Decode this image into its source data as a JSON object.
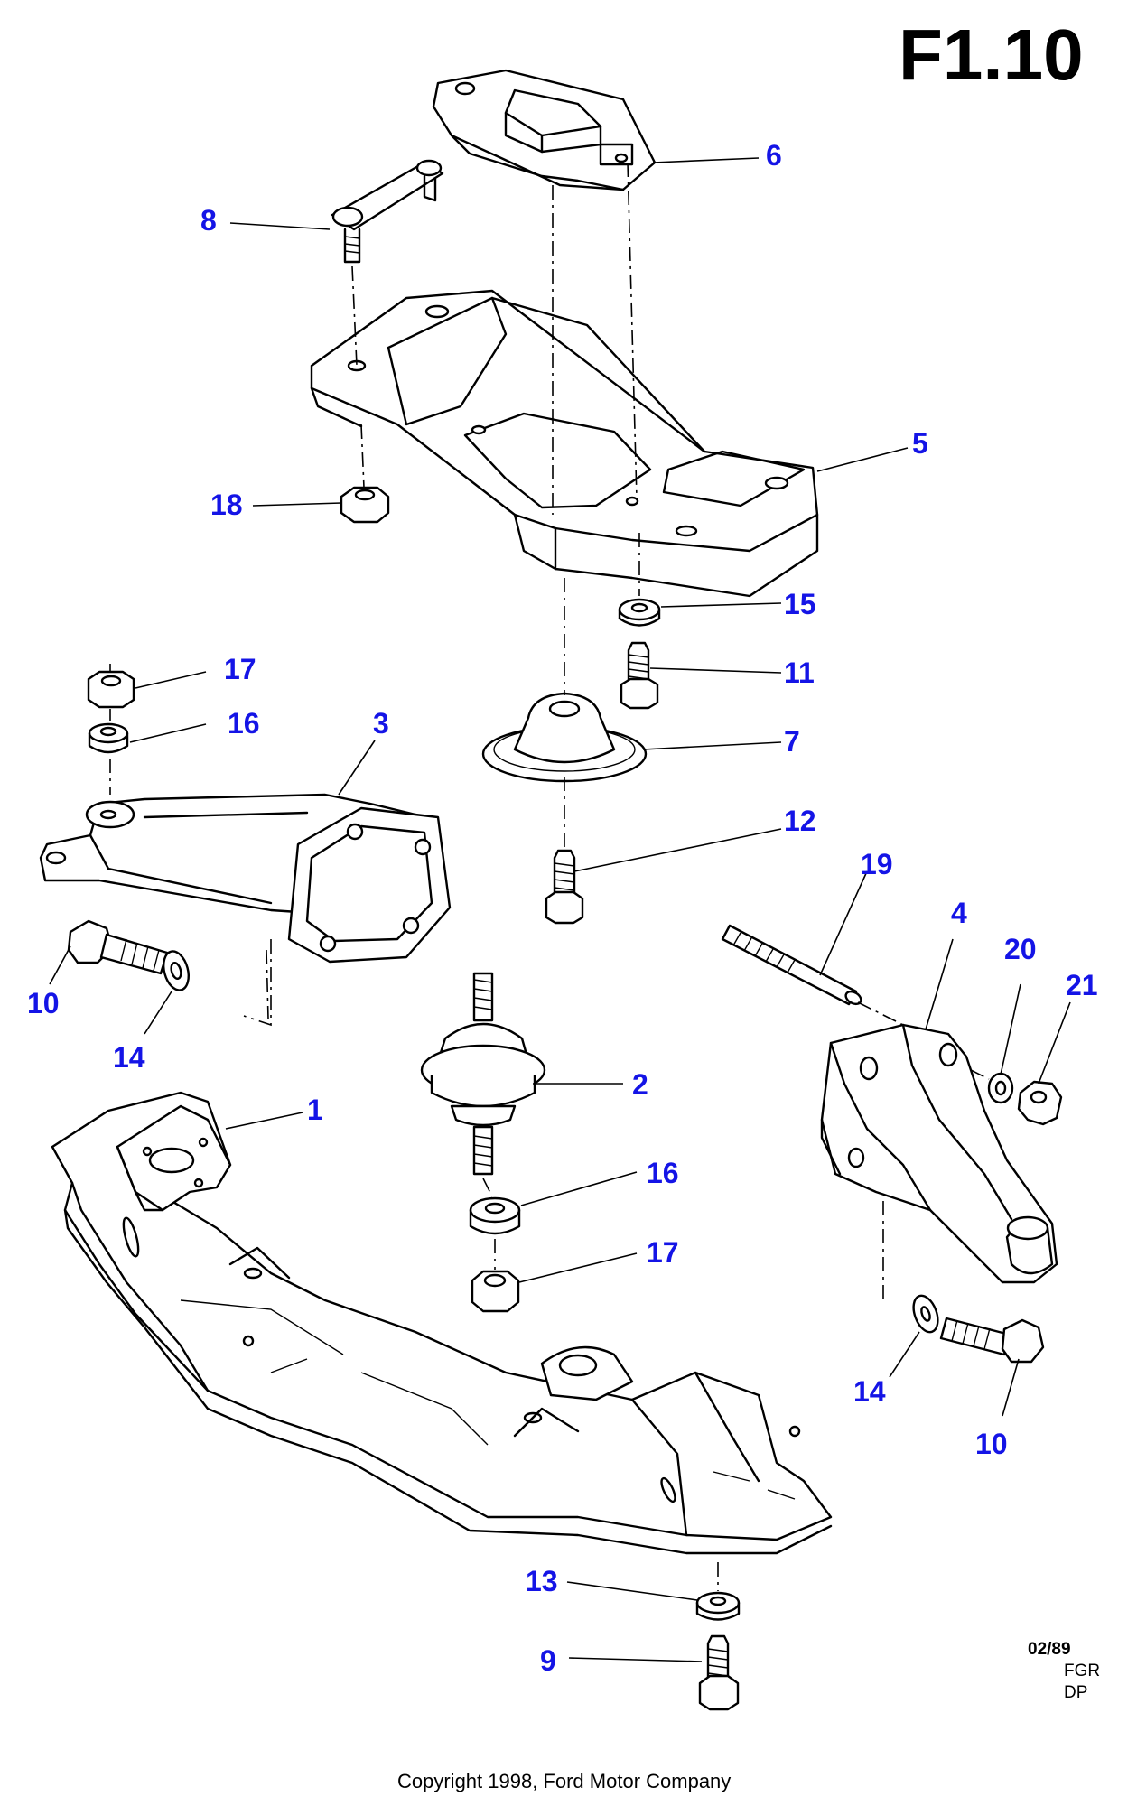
{
  "title": "F1.10",
  "copyright": "Copyright 1998, Ford Motor Company",
  "meta": {
    "line1": "02/89",
    "line2": "FGR",
    "line3": "DP"
  },
  "label_color": "#1414e6",
  "labels": {
    "l1": "1",
    "l2": "2",
    "l3": "3",
    "l4": "4",
    "l5": "5",
    "l6": "6",
    "l7": "7",
    "l8": "8",
    "l9": "9",
    "l10a": "10",
    "l10b": "10",
    "l11": "11",
    "l12": "12",
    "l13": "13",
    "l14a": "14",
    "l14b": "14",
    "l15": "15",
    "l16a": "16",
    "l16b": "16",
    "l17a": "17",
    "l17b": "17",
    "l18": "18",
    "l19": "19",
    "l20": "20",
    "l21": "21"
  }
}
